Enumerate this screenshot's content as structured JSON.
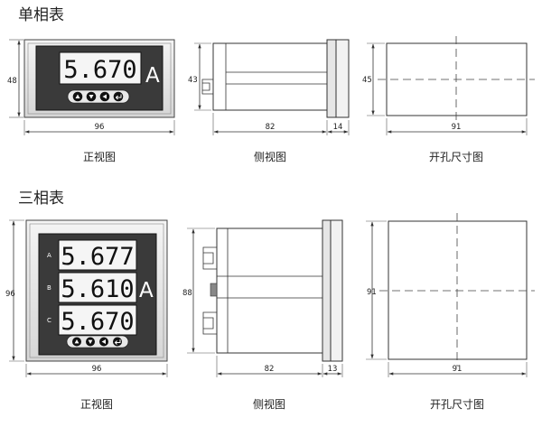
{
  "single_phase": {
    "title": "单相表",
    "front": {
      "reading": "5.670",
      "unit": "A",
      "caption": "正视图",
      "dims": {
        "height": "48",
        "width": "96"
      }
    },
    "side": {
      "caption": "侧视图",
      "dims": {
        "height": "43",
        "depth": "82",
        "bezel": "14"
      }
    },
    "cutout": {
      "caption": "开孔尺寸图",
      "dims": {
        "height": "45",
        "width": "91"
      }
    }
  },
  "three_phase": {
    "title": "三相表",
    "front": {
      "readings": [
        "5.677",
        "5.610",
        "5.670"
      ],
      "phase_labels": [
        "A",
        "B",
        "C"
      ],
      "unit": "A",
      "caption": "正视图",
      "dims": {
        "height": "96",
        "width": "96"
      }
    },
    "side": {
      "caption": "侧视图",
      "dims": {
        "height": "88",
        "depth": "82",
        "bezel": "13"
      }
    },
    "cutout": {
      "caption": "开孔尺寸图",
      "dims": {
        "height": "91",
        "width": "91"
      }
    }
  },
  "icons": {
    "buttons": [
      "up-triangle-icon",
      "down-triangle-icon",
      "left-triangle-icon",
      "enter-icon"
    ]
  }
}
